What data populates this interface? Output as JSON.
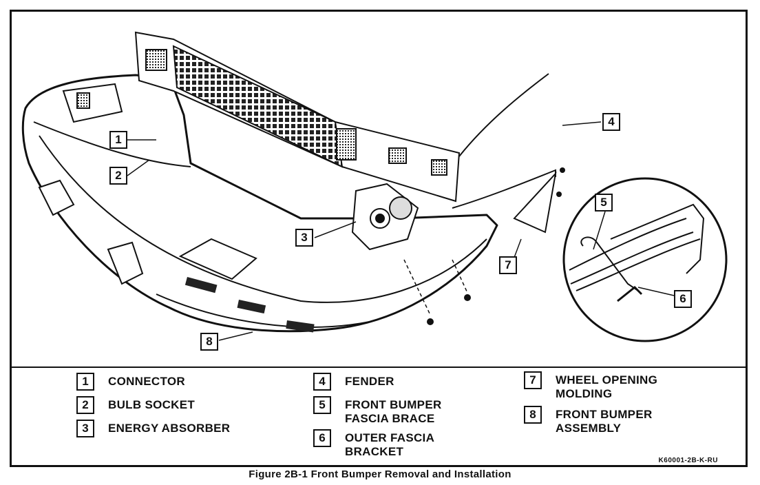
{
  "figure": {
    "caption": "Figure 2B-1 Front Bumper Removal and Installation",
    "part_number": "K60001-2B-K-RU"
  },
  "callouts": [
    {
      "num": "1"
    },
    {
      "num": "2"
    },
    {
      "num": "3"
    },
    {
      "num": "4"
    },
    {
      "num": "5"
    },
    {
      "num": "6"
    },
    {
      "num": "7"
    },
    {
      "num": "8"
    }
  ],
  "legend": [
    {
      "num": "1",
      "label": "CONNECTOR"
    },
    {
      "num": "2",
      "label": "BULB SOCKET"
    },
    {
      "num": "3",
      "label": "ENERGY ABSORBER"
    },
    {
      "num": "4",
      "label": "FENDER"
    },
    {
      "num": "5",
      "label": "FRONT BUMPER\nFASCIA BRACE"
    },
    {
      "num": "6",
      "label": "OUTER FASCIA\nBRACKET"
    },
    {
      "num": "7",
      "label": "WHEEL OPENING\nMOLDING"
    },
    {
      "num": "8",
      "label": "FRONT BUMPER\nASSEMBLY"
    }
  ]
}
